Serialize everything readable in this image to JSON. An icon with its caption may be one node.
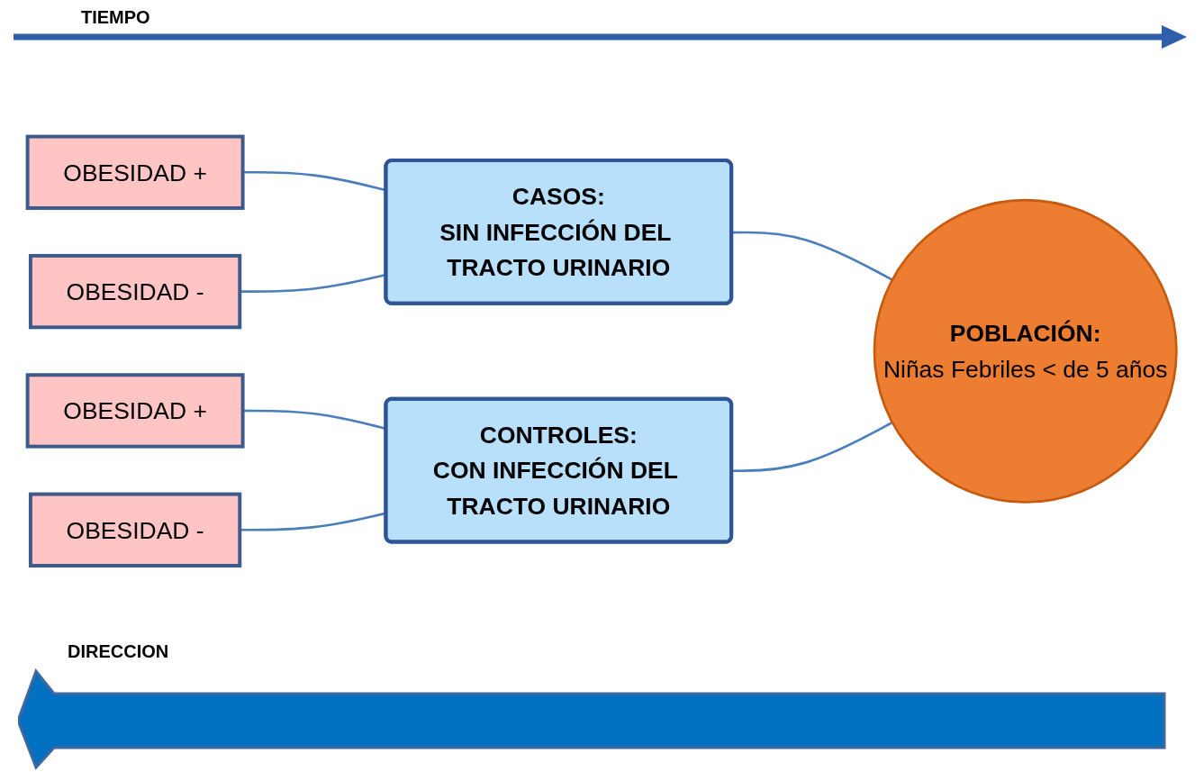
{
  "diagram": {
    "nodes": [
      {
        "text": [
          "OBESIDAD +"
        ]
      },
      {
        "text": [
          "OBESIDAD -"
        ]
      },
      {
        "text": [
          "CASOS:",
          "SIN INFECCIÓN DEL TRACTO URINARIO"
        ]
      },
      {
        "text": [
          "OBESIDAD +"
        ]
      },
      {
        "text": [
          "OBESIDAD -"
        ]
      },
      {
        "text": [
          "CONTROLES:",
          "CON INFECCIÓN DEL TRACTO URINARIO"
        ]
      },
      {
        "text": [
          "POBLACIÓN:",
          "Niñas Febriles < de 5 años"
        ]
      }
    ],
    "edges": [
      {
        "from": 0,
        "to": 2,
        "arrow": "none"
      },
      {
        "from": 1,
        "to": 2,
        "arrow": "none"
      },
      {
        "from": 3,
        "to": 5,
        "arrow": "none"
      },
      {
        "from": 4,
        "to": 5,
        "arrow": "none"
      },
      {
        "from": 2,
        "to": 6,
        "arrow": "none"
      },
      {
        "from": 5,
        "to": 6,
        "arrow": "none"
      }
    ],
    "labels": [
      "TIEMPO",
      "DIRECCION"
    ]
  }
}
